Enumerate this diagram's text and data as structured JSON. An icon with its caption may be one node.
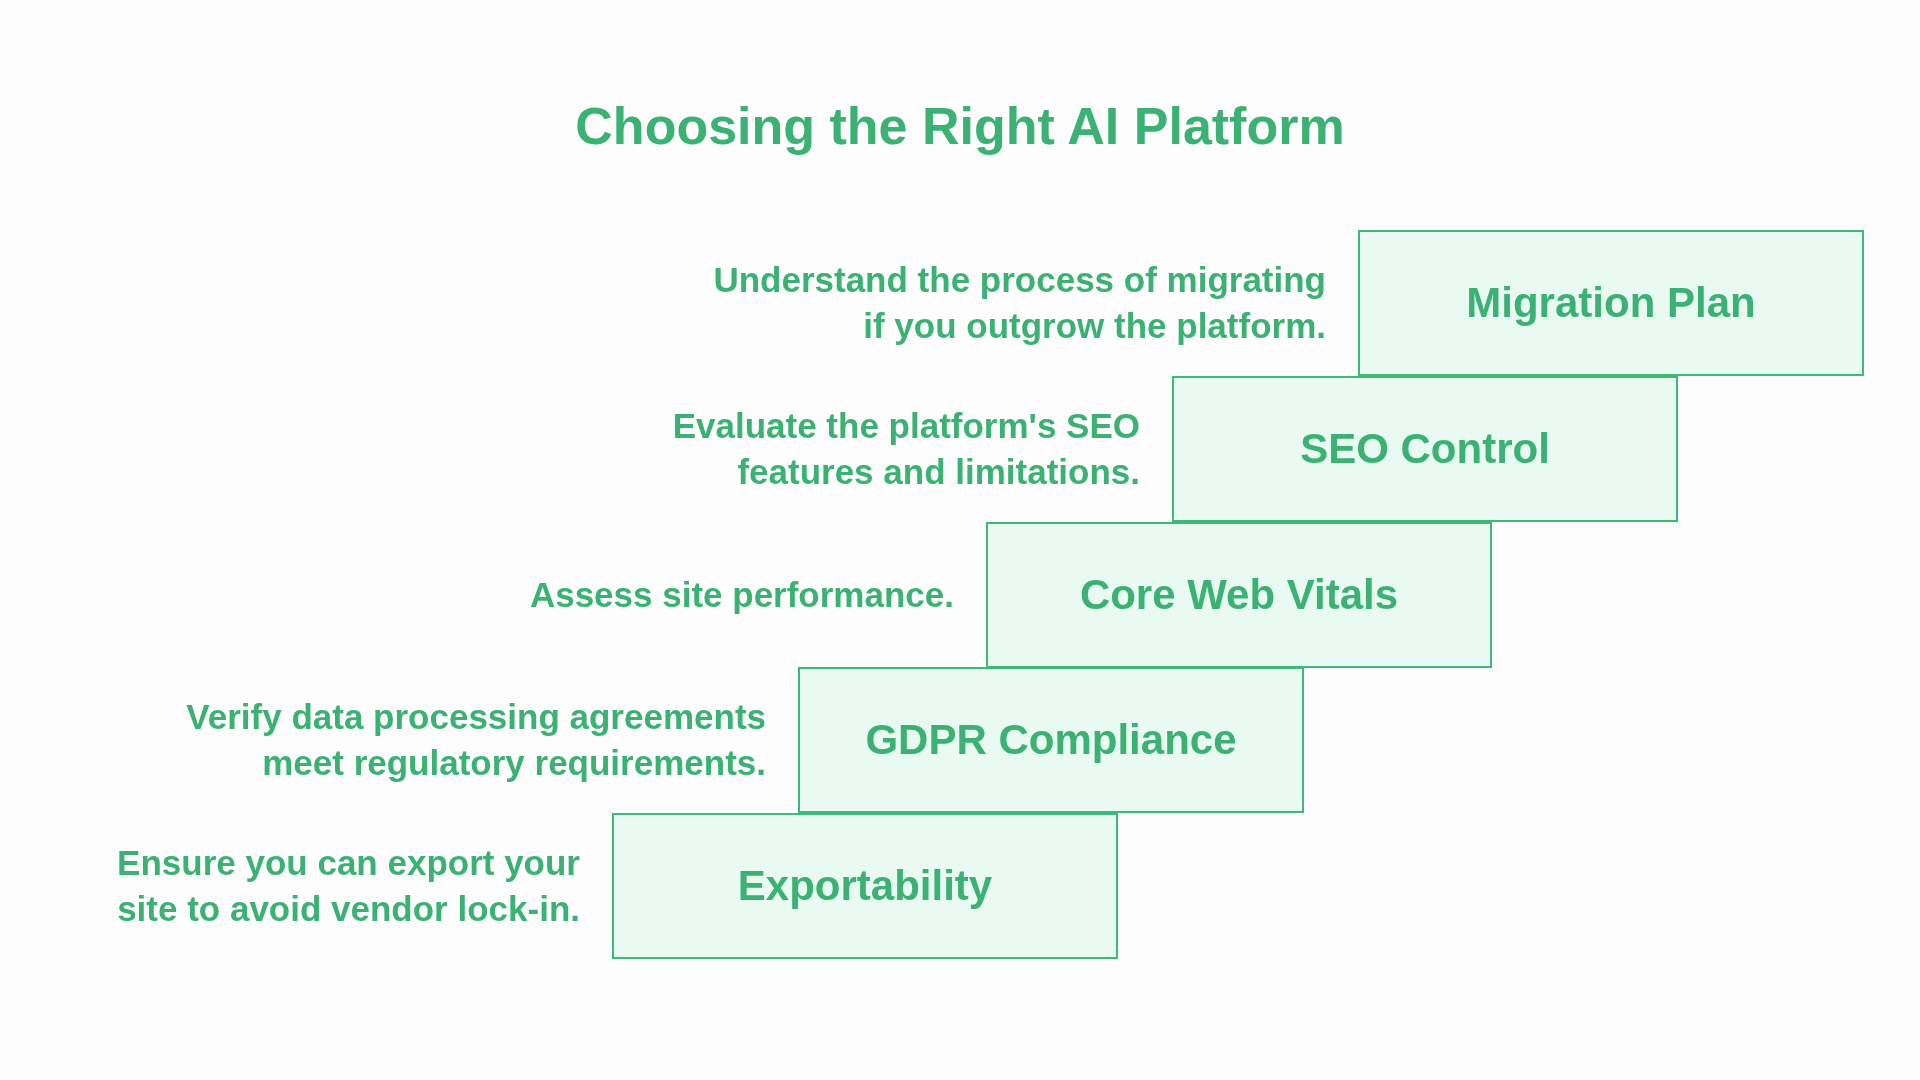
{
  "diagram": {
    "title": "Choosing the Right AI Platform",
    "nodes": [
      {
        "text": [
          "Migration Plan"
        ],
        "beside": [
          "Understand the process of migrating if you outgrow the platform."
        ]
      },
      {
        "text": [
          "SEO Control"
        ],
        "beside": [
          "Evaluate the platform's SEO features and limitations."
        ]
      },
      {
        "text": [
          "Core Web Vitals"
        ],
        "beside": [
          "Assess site performance."
        ]
      },
      {
        "text": [
          "GDPR Compliance"
        ],
        "beside": [
          "Verify data processing agreements meet regulatory requirements."
        ]
      },
      {
        "text": [
          "Exportability"
        ],
        "beside": [
          "Ensure you can export your site to avoid vendor lock-in."
        ]
      }
    ]
  }
}
